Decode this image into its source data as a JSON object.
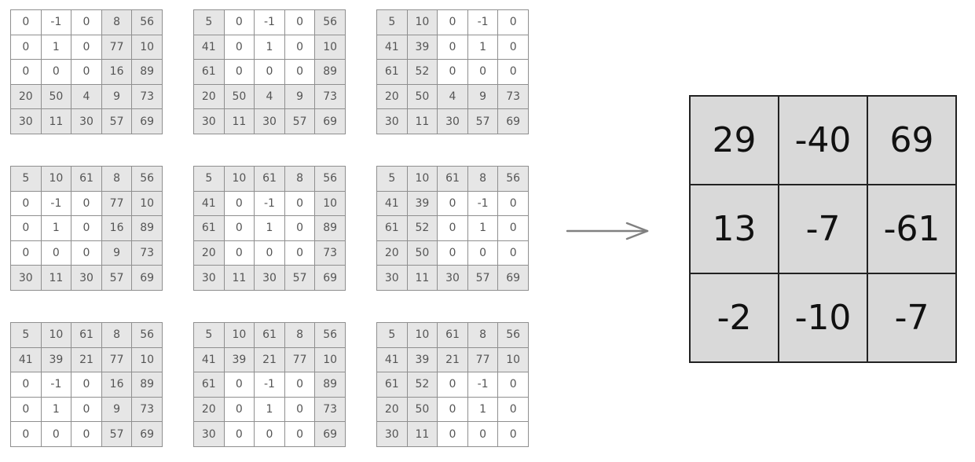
{
  "grids": [
    {
      "cells": [
        [
          "0",
          "-1",
          "0",
          "8",
          "56"
        ],
        [
          "0",
          "1",
          "0",
          "77",
          "10"
        ],
        [
          "0",
          "0",
          "0",
          "16",
          "89"
        ],
        [
          "20",
          "50",
          "4",
          "9",
          "73"
        ],
        [
          "30",
          "11",
          "30",
          "57",
          "69"
        ]
      ],
      "shaded": [
        [
          0,
          0,
          0,
          1,
          1
        ],
        [
          0,
          0,
          0,
          1,
          1
        ],
        [
          0,
          0,
          0,
          1,
          1
        ],
        [
          1,
          1,
          1,
          1,
          1
        ],
        [
          1,
          1,
          1,
          1,
          1
        ]
      ]
    },
    {
      "cells": [
        [
          "5",
          "0",
          "-1",
          "0",
          "56"
        ],
        [
          "41",
          "0",
          "1",
          "0",
          "10"
        ],
        [
          "61",
          "0",
          "0",
          "0",
          "89"
        ],
        [
          "20",
          "50",
          "4",
          "9",
          "73"
        ],
        [
          "30",
          "11",
          "30",
          "57",
          "69"
        ]
      ],
      "shaded": [
        [
          1,
          0,
          0,
          0,
          1
        ],
        [
          1,
          0,
          0,
          0,
          1
        ],
        [
          1,
          0,
          0,
          0,
          1
        ],
        [
          1,
          1,
          1,
          1,
          1
        ],
        [
          1,
          1,
          1,
          1,
          1
        ]
      ]
    },
    {
      "cells": [
        [
          "5",
          "10",
          "0",
          "-1",
          "0"
        ],
        [
          "41",
          "39",
          "0",
          "1",
          "0"
        ],
        [
          "61",
          "52",
          "0",
          "0",
          "0"
        ],
        [
          "20",
          "50",
          "4",
          "9",
          "73"
        ],
        [
          "30",
          "11",
          "30",
          "57",
          "69"
        ]
      ],
      "shaded": [
        [
          1,
          1,
          0,
          0,
          0
        ],
        [
          1,
          1,
          0,
          0,
          0
        ],
        [
          1,
          1,
          0,
          0,
          0
        ],
        [
          1,
          1,
          1,
          1,
          1
        ],
        [
          1,
          1,
          1,
          1,
          1
        ]
      ]
    },
    {
      "cells": [
        [
          "5",
          "10",
          "61",
          "8",
          "56"
        ],
        [
          "0",
          "-1",
          "0",
          "77",
          "10"
        ],
        [
          "0",
          "1",
          "0",
          "16",
          "89"
        ],
        [
          "0",
          "0",
          "0",
          "9",
          "73"
        ],
        [
          "30",
          "11",
          "30",
          "57",
          "69"
        ]
      ],
      "shaded": [
        [
          1,
          1,
          1,
          1,
          1
        ],
        [
          0,
          0,
          0,
          1,
          1
        ],
        [
          0,
          0,
          0,
          1,
          1
        ],
        [
          0,
          0,
          0,
          1,
          1
        ],
        [
          1,
          1,
          1,
          1,
          1
        ]
      ]
    },
    {
      "cells": [
        [
          "5",
          "10",
          "61",
          "8",
          "56"
        ],
        [
          "41",
          "0",
          "-1",
          "0",
          "10"
        ],
        [
          "61",
          "0",
          "1",
          "0",
          "89"
        ],
        [
          "20",
          "0",
          "0",
          "0",
          "73"
        ],
        [
          "30",
          "11",
          "30",
          "57",
          "69"
        ]
      ],
      "shaded": [
        [
          1,
          1,
          1,
          1,
          1
        ],
        [
          1,
          0,
          0,
          0,
          1
        ],
        [
          1,
          0,
          0,
          0,
          1
        ],
        [
          1,
          0,
          0,
          0,
          1
        ],
        [
          1,
          1,
          1,
          1,
          1
        ]
      ]
    },
    {
      "cells": [
        [
          "5",
          "10",
          "61",
          "8",
          "56"
        ],
        [
          "41",
          "39",
          "0",
          "-1",
          "0"
        ],
        [
          "61",
          "52",
          "0",
          "1",
          "0"
        ],
        [
          "20",
          "50",
          "0",
          "0",
          "0"
        ],
        [
          "30",
          "11",
          "30",
          "57",
          "69"
        ]
      ],
      "shaded": [
        [
          1,
          1,
          1,
          1,
          1
        ],
        [
          1,
          1,
          0,
          0,
          0
        ],
        [
          1,
          1,
          0,
          0,
          0
        ],
        [
          1,
          1,
          0,
          0,
          0
        ],
        [
          1,
          1,
          1,
          1,
          1
        ]
      ]
    },
    {
      "cells": [
        [
          "5",
          "10",
          "61",
          "8",
          "56"
        ],
        [
          "41",
          "39",
          "21",
          "77",
          "10"
        ],
        [
          "0",
          "-1",
          "0",
          "16",
          "89"
        ],
        [
          "0",
          "1",
          "0",
          "9",
          "73"
        ],
        [
          "0",
          "0",
          "0",
          "57",
          "69"
        ]
      ],
      "shaded": [
        [
          1,
          1,
          1,
          1,
          1
        ],
        [
          1,
          1,
          1,
          1,
          1
        ],
        [
          0,
          0,
          0,
          1,
          1
        ],
        [
          0,
          0,
          0,
          1,
          1
        ],
        [
          0,
          0,
          0,
          1,
          1
        ]
      ]
    },
    {
      "cells": [
        [
          "5",
          "10",
          "61",
          "8",
          "56"
        ],
        [
          "41",
          "39",
          "21",
          "77",
          "10"
        ],
        [
          "61",
          "0",
          "-1",
          "0",
          "89"
        ],
        [
          "20",
          "0",
          "1",
          "0",
          "73"
        ],
        [
          "30",
          "0",
          "0",
          "0",
          "69"
        ]
      ],
      "shaded": [
        [
          1,
          1,
          1,
          1,
          1
        ],
        [
          1,
          1,
          1,
          1,
          1
        ],
        [
          1,
          0,
          0,
          0,
          1
        ],
        [
          1,
          0,
          0,
          0,
          1
        ],
        [
          1,
          0,
          0,
          0,
          1
        ]
      ]
    },
    {
      "cells": [
        [
          "5",
          "10",
          "61",
          "8",
          "56"
        ],
        [
          "41",
          "39",
          "21",
          "77",
          "10"
        ],
        [
          "61",
          "52",
          "0",
          "-1",
          "0"
        ],
        [
          "20",
          "50",
          "0",
          "1",
          "0"
        ],
        [
          "30",
          "11",
          "0",
          "0",
          "0"
        ]
      ],
      "shaded": [
        [
          1,
          1,
          1,
          1,
          1
        ],
        [
          1,
          1,
          1,
          1,
          1
        ],
        [
          1,
          1,
          0,
          0,
          0
        ],
        [
          1,
          1,
          0,
          0,
          0
        ],
        [
          1,
          1,
          0,
          0,
          0
        ]
      ]
    }
  ],
  "result": [
    [
      "29",
      "-40",
      "69"
    ],
    [
      "13",
      "-7",
      "-61"
    ],
    [
      "-2",
      "-10",
      "-7"
    ]
  ],
  "colors": {
    "shaded_cell": "#e6e6e6",
    "plain_cell": "#ffffff",
    "result_cell": "#d9d9d9",
    "arrow": "#808080"
  },
  "icons": {
    "arrow": "right-arrow-icon"
  }
}
